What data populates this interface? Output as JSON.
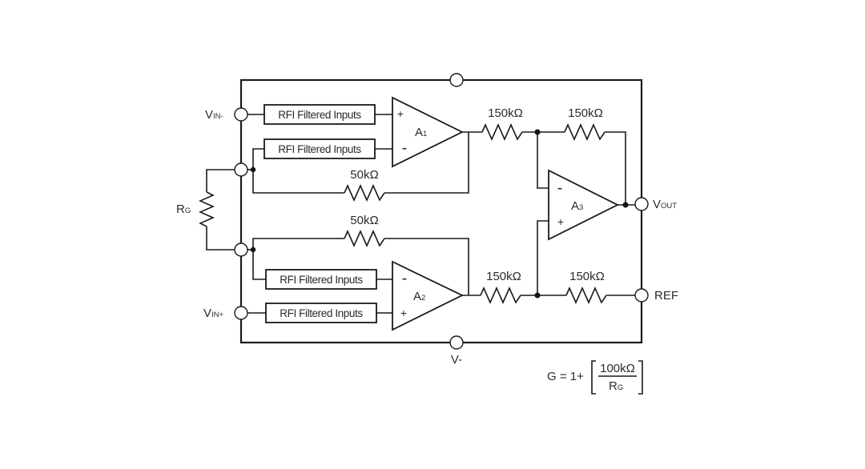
{
  "pins": {
    "vin_minus": {
      "main": "V",
      "sub": "IN-"
    },
    "vin_plus": {
      "main": "V",
      "sub": "IN+"
    },
    "vout": {
      "main": "V",
      "sub": "OUT"
    },
    "ref": "REF",
    "v_minus": "V-"
  },
  "gain_resistor": {
    "main": "R",
    "sub": "G"
  },
  "filters": {
    "top_1": "RFI Filtered Inputs",
    "top_2": "RFI Filtered Inputs",
    "bottom_1": "RFI Filtered Inputs",
    "bottom_2": "RFI Filtered Inputs"
  },
  "amplifiers": {
    "a1": {
      "main": "A",
      "sub": "1"
    },
    "a2": {
      "main": "A",
      "sub": "2"
    },
    "a3": {
      "main": "A",
      "sub": "3"
    }
  },
  "signs": {
    "plus": "+",
    "minus": "-"
  },
  "resistors": {
    "r_top_left": "150kΩ",
    "r_top_right": "150kΩ",
    "r_bottom_left": "150kΩ",
    "r_bottom_right": "150kΩ",
    "r_fb_top": "50kΩ",
    "r_fb_bottom": "50kΩ"
  },
  "formula": {
    "lhs": "G = 1+",
    "numerator": "100kΩ",
    "denominator": {
      "main": "R",
      "sub": "G"
    }
  }
}
